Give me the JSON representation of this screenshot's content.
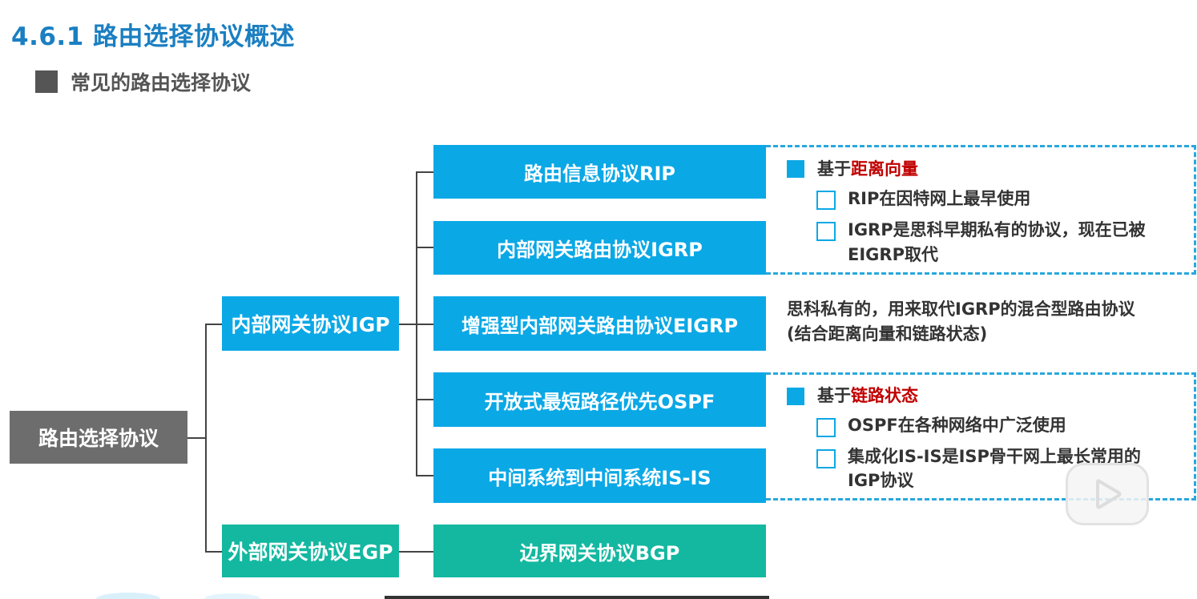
{
  "slide": {
    "title": "4.6.1 路由选择协议概述",
    "subtitle": "常见的路由选择协议"
  },
  "tree": {
    "root": "路由选择协议",
    "igp": "内部网关协议IGP",
    "egp": "外部网关协议EGP",
    "protocols": {
      "rip": "路由信息协议RIP",
      "igrp": "内部网关路由协议IGRP",
      "eigrp": "增强型内部网关路由协议EIGRP",
      "ospf": "开放式最短路径优先OSPF",
      "isis": "中间系统到中间系统IS-IS",
      "bgp": "边界网关协议BGP"
    }
  },
  "notes": {
    "distance_vector": {
      "prefix": "基于",
      "highlight": "距离向量",
      "items": [
        "RIP在因特网上最早使用",
        "IGRP是思科早期私有的协议，现在已被",
        "EIGRP取代"
      ]
    },
    "eigrp_desc": {
      "line1": "思科私有的，用来取代IGRP的混合型路由协议",
      "line2": "(结合距离向量和链路状态)"
    },
    "link_state": {
      "prefix": "基于",
      "highlight": "链路状态",
      "items": [
        "OSPF在各种网络中广泛使用",
        "集成化IS-IS是ISP骨干网上最长常用的",
        "IGP协议"
      ]
    }
  },
  "overlay": {
    "icon": "play-icon"
  },
  "colors": {
    "title": "#1b7fc1",
    "box_blue": "#0ba8e6",
    "box_green": "#14b8a0",
    "box_gray": "#6d6d6d",
    "highlight_red": "#c00000",
    "dash_border": "#28a8dd"
  }
}
